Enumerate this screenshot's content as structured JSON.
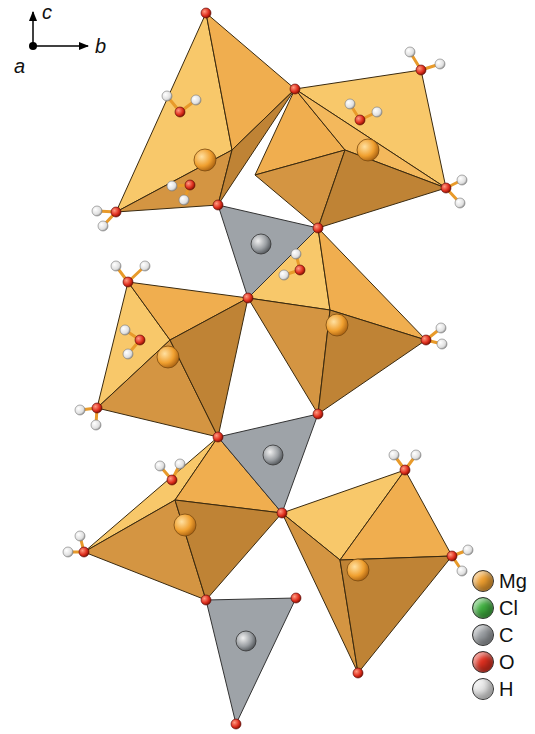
{
  "diagram": {
    "labels": [
      "c",
      "b",
      "a"
    ],
    "legend": [
      {
        "text": "Mg",
        "color": "#f0a030"
      },
      {
        "text": "Cl",
        "color": "#40b040"
      },
      {
        "text": "C",
        "color": "#9a9ea2"
      },
      {
        "text": "O",
        "color": "#e03020"
      },
      {
        "text": "H",
        "color": "#e6e6e6"
      }
    ]
  }
}
